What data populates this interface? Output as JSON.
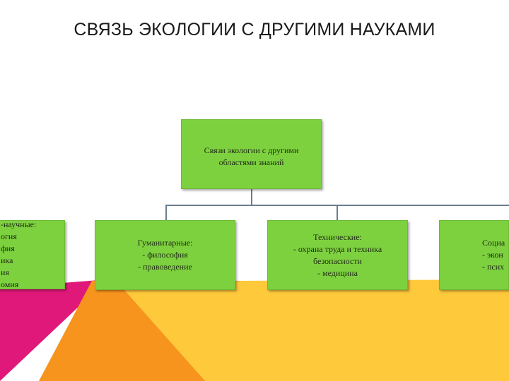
{
  "title": "СВЯЗЬ ЭКОЛОГИИ С ДРУГИМИ НАУКАМИ",
  "colors": {
    "box_fill": "#7dd13f",
    "connector": "#6b7f8f",
    "deco_magenta": "#e0187a",
    "deco_orange": "#f7941d",
    "deco_yellow": "#ffc93c"
  },
  "diagram": {
    "root": {
      "lines": [
        "Связи экологии с другими",
        "областями знаний"
      ]
    },
    "children": [
      {
        "lines": [
          "-научные:",
          "огия",
          "фия",
          "ика",
          "ия",
          "омия"
        ]
      },
      {
        "lines": [
          "Гуманитарные:",
          "- философия",
          "- правоведение"
        ]
      },
      {
        "lines": [
          "Технические:",
          "- охрана труда и техника",
          "безопасности",
          "- медицина"
        ]
      },
      {
        "lines": [
          "Социа",
          "- экон",
          "- псих"
        ]
      }
    ]
  }
}
